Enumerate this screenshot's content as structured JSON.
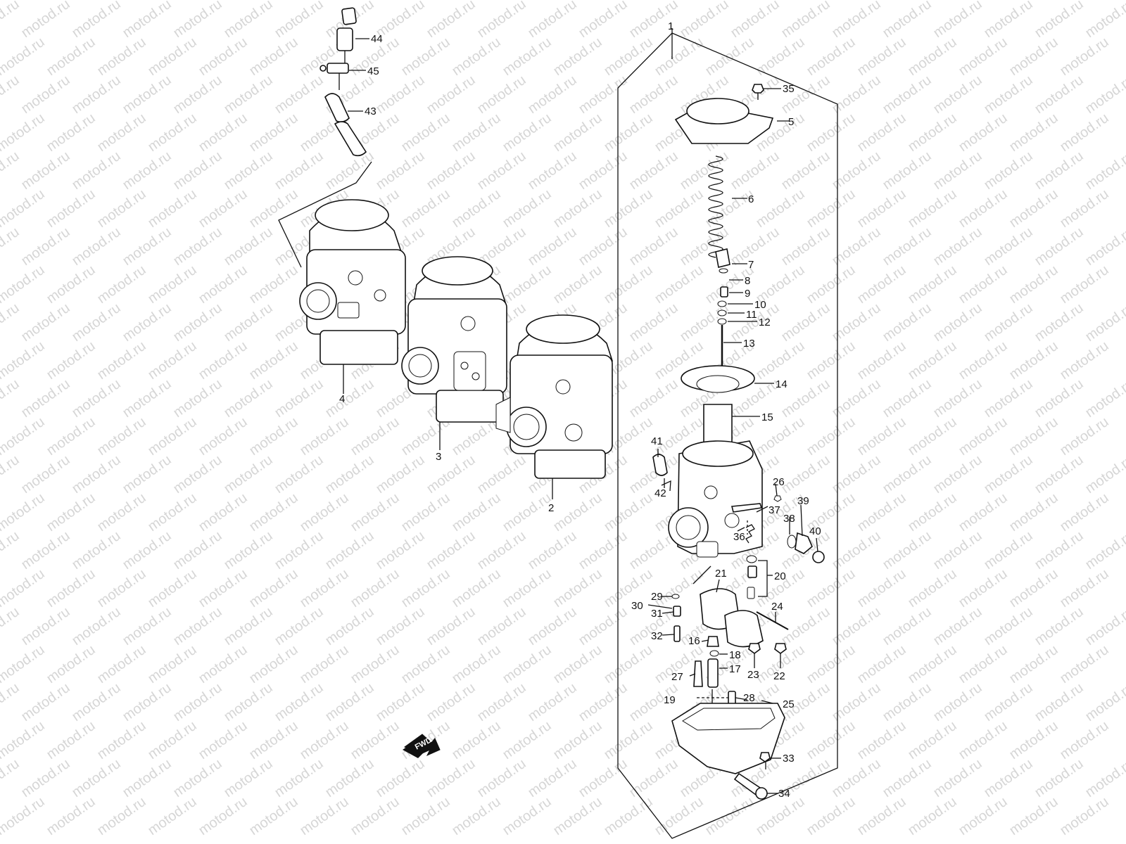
{
  "watermark": {
    "text": "motod.ru",
    "color": "#d6d6d6"
  },
  "fwd_label": "FWD",
  "callouts": [
    {
      "id": "1",
      "text": "1"
    },
    {
      "id": "2",
      "text": "2"
    },
    {
      "id": "3",
      "text": "3"
    },
    {
      "id": "4",
      "text": "4"
    },
    {
      "id": "5",
      "text": "5"
    },
    {
      "id": "6",
      "text": "6"
    },
    {
      "id": "7",
      "text": "7"
    },
    {
      "id": "8",
      "text": "8"
    },
    {
      "id": "9",
      "text": "9"
    },
    {
      "id": "10",
      "text": "10"
    },
    {
      "id": "11",
      "text": "11"
    },
    {
      "id": "12",
      "text": "12"
    },
    {
      "id": "13",
      "text": "13"
    },
    {
      "id": "14",
      "text": "14"
    },
    {
      "id": "15",
      "text": "15"
    },
    {
      "id": "16",
      "text": "16"
    },
    {
      "id": "17",
      "text": "17"
    },
    {
      "id": "18",
      "text": "18"
    },
    {
      "id": "19",
      "text": "19"
    },
    {
      "id": "20",
      "text": "20"
    },
    {
      "id": "21",
      "text": "21"
    },
    {
      "id": "22",
      "text": "22"
    },
    {
      "id": "23",
      "text": "23"
    },
    {
      "id": "24",
      "text": "24"
    },
    {
      "id": "25",
      "text": "25"
    },
    {
      "id": "26",
      "text": "26"
    },
    {
      "id": "27",
      "text": "27"
    },
    {
      "id": "28",
      "text": "28"
    },
    {
      "id": "29",
      "text": "29"
    },
    {
      "id": "30",
      "text": "30"
    },
    {
      "id": "31",
      "text": "31"
    },
    {
      "id": "32",
      "text": "32"
    },
    {
      "id": "33",
      "text": "33"
    },
    {
      "id": "34",
      "text": "34"
    },
    {
      "id": "35",
      "text": "35"
    },
    {
      "id": "36",
      "text": "36"
    },
    {
      "id": "37",
      "text": "37"
    },
    {
      "id": "38",
      "text": "38"
    },
    {
      "id": "39",
      "text": "39"
    },
    {
      "id": "40",
      "text": "40"
    },
    {
      "id": "41",
      "text": "41"
    },
    {
      "id": "42",
      "text": "42"
    },
    {
      "id": "43",
      "text": "43"
    },
    {
      "id": "44",
      "text": "44"
    },
    {
      "id": "45",
      "text": "45"
    }
  ]
}
